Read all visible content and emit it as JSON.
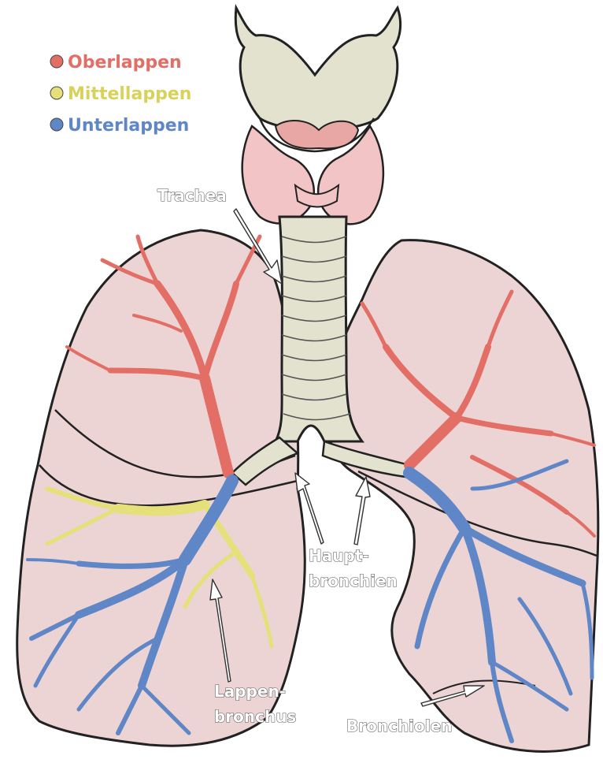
{
  "legend": {
    "items": [
      {
        "label": "Oberlappen",
        "color": "#e26e66"
      },
      {
        "label": "Mittellappen",
        "color": "#e6e07a"
      },
      {
        "label": "Unterlappen",
        "color": "#5f86c6"
      }
    ]
  },
  "labels": {
    "trachea": "Trachea",
    "haupt_line1": "Haupt-",
    "haupt_line2": "bronchien",
    "lappen_line1": "Lappen-",
    "lappen_line2": "bronchus",
    "bronchiolen": "Bronchiolen"
  },
  "colors": {
    "lung_fill": "#ecd4d4",
    "trachea_fill": "#e3e2cf",
    "thyroid_fill": "#f2c4c6",
    "upper_lobe": "#e26e66",
    "middle_lobe": "#e6e07a",
    "lower_lobe": "#5f86c6",
    "outline": "#222222"
  }
}
